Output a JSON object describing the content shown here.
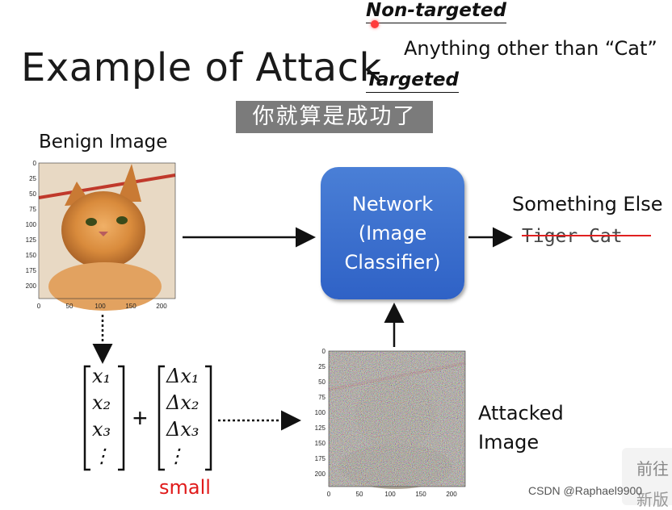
{
  "slide": {
    "title": "Example of Attack",
    "non_targeted": "Non-targeted",
    "anything_other": "Anything other than “Cat”",
    "targeted": "Targeted",
    "subtitle_caption": "你就算是成功了",
    "benign_label": "Benign Image",
    "network_line1": "Network",
    "network_line2": "(Image",
    "network_line3": "Classifier)",
    "something_else": "Something Else",
    "tiger_cat": "Tiger Cat",
    "attacked_line1": "Attacked",
    "attacked_line2": "Image",
    "small_label": "small",
    "plus": "+",
    "vector_x": [
      "x₁",
      "x₂",
      "x₃",
      "⋮"
    ],
    "vector_dx": [
      "Δx₁",
      "Δx₂",
      "Δx₃",
      "⋮"
    ]
  },
  "axes": {
    "y_ticks": [
      "0",
      "25",
      "50",
      "75",
      "100",
      "125",
      "150",
      "175",
      "200"
    ],
    "x_ticks": [
      "0",
      "50",
      "100",
      "150",
      "200"
    ]
  },
  "watermark": {
    "csdn": "CSDN @Raphael9900",
    "side_line1": "前往",
    "side_line2": "新版"
  },
  "colors": {
    "network_blue": "#3a6fd0",
    "strike_red": "#e02020",
    "small_red": "#e01a1a",
    "caption_bg": "#7b7b7b"
  }
}
